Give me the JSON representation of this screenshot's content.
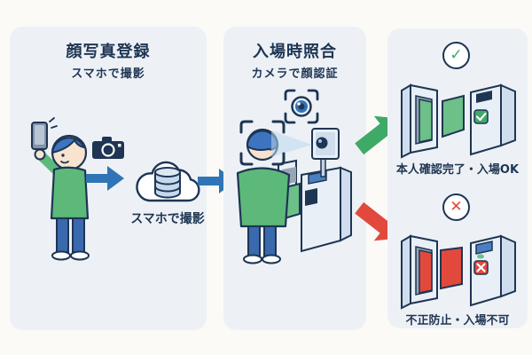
{
  "colors": {
    "background": "#fbfaf7",
    "panel": "#edf1f6",
    "navy": "#1e3553",
    "blue": "#2f74b6",
    "green": "#3fa968",
    "red": "#e2493d",
    "sweater": "#5cb97a",
    "flap": "#6cc088",
    "skin": "#f8e3d0",
    "hair": "#3c74c0",
    "pants": "#3a69ad",
    "machine": "#e9eff6",
    "machineside": "#cfdded",
    "db": "#c6d9ec",
    "beam": "#bcd7ee",
    "screen": "#4a7fc1"
  },
  "icons": {
    "check": "✓",
    "cross": "✕",
    "names": [
      "camera-icon",
      "arrow-right-icon",
      "cloud-database-icon",
      "lens-focus-icon",
      "face-scan-brackets-icon",
      "check-circle-icon",
      "cross-circle-icon",
      "arrow-up-right-icon",
      "arrow-down-right-icon"
    ]
  },
  "panels": {
    "registration": {
      "title": "顔写真登録",
      "subtitle": "スマホで撮影",
      "cloud_caption": "スマホで撮影"
    },
    "verification": {
      "title": "入場時照合",
      "subtitle": "カメラで顔認証"
    },
    "results": {
      "ok_caption": "本人確認完了・入場OK",
      "ng_caption": "不正防止・入場不可"
    }
  }
}
